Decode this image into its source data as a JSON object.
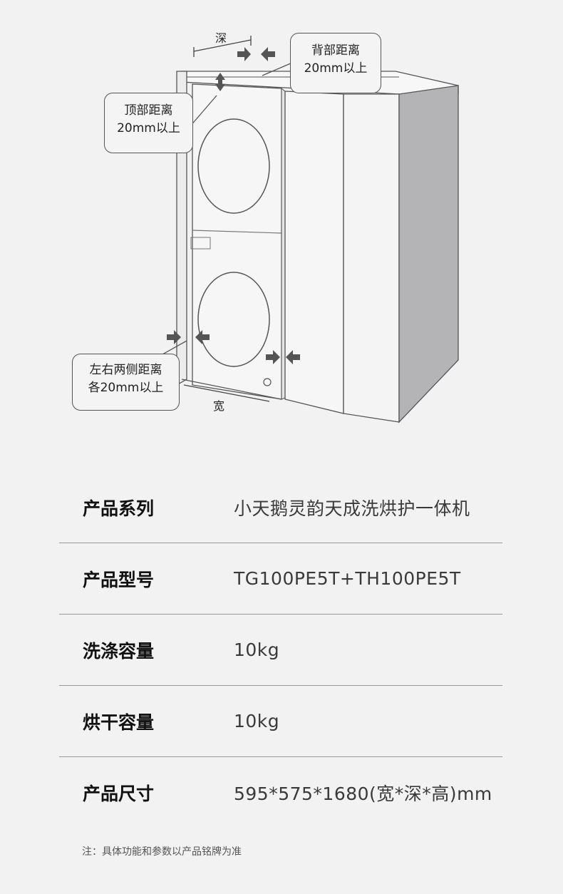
{
  "diagram": {
    "labels": {
      "depth": "深",
      "width": "宽",
      "back_clearance": [
        "背部距离",
        "20mm以上"
      ],
      "top_clearance": [
        "顶部距离",
        "20mm以上"
      ],
      "side_clearance": [
        "左右两侧距离",
        "各20mm以上"
      ]
    }
  },
  "specs": [
    {
      "label": "产品系列",
      "value": "小天鹅灵韵天成洗烘护一体机"
    },
    {
      "label": "产品型号",
      "value": "TG100PE5T+TH100PE5T"
    },
    {
      "label": "洗涤容量",
      "value": "10kg"
    },
    {
      "label": "烘干容量",
      "value": "10kg"
    },
    {
      "label": "产品尺寸",
      "value": "595*575*1680(宽*深*高)mm"
    }
  ],
  "note": "注：具体功能和参数以产品铭牌为准",
  "colors": {
    "background": "#f2f2f2",
    "cabinet_side": "#b4b4b6",
    "arrow": "#555555"
  }
}
